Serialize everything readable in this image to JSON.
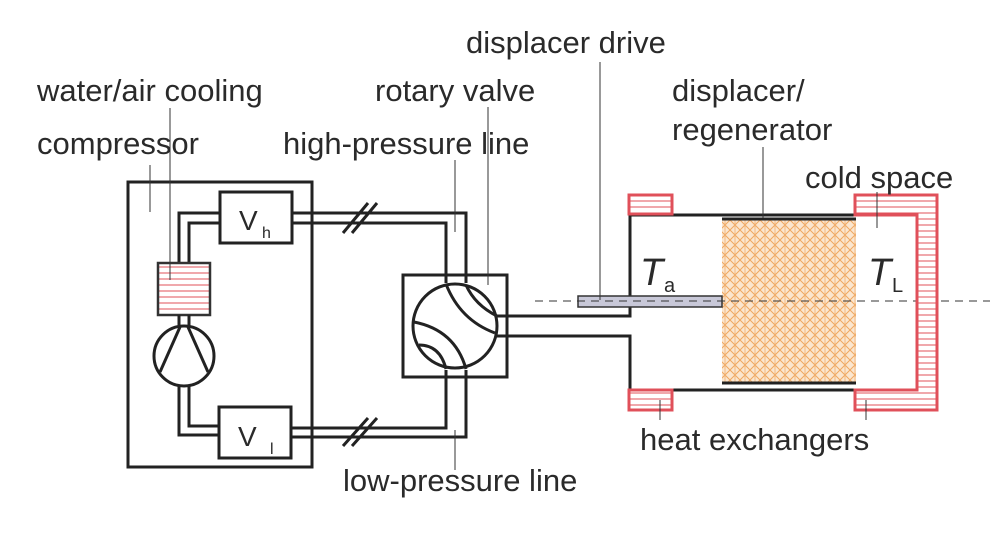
{
  "labels": {
    "displacer_drive": "displacer drive",
    "water_air_cooling": "water/air cooling",
    "rotary_valve": "rotary valve",
    "displacer_regenerator_1": "displacer/",
    "displacer_regenerator_2": "regenerator",
    "compressor": "compressor",
    "high_pressure_line": "high-pressure line",
    "cold_space": "cold space",
    "heat_exchangers": "heat exchangers",
    "low_pressure_line": "low-pressure line"
  },
  "symbols": {
    "vh": {
      "main": "V",
      "sub": "h"
    },
    "vl": {
      "main": "V",
      "sub": "l"
    },
    "ta": {
      "main": "T",
      "sub": "a"
    },
    "tl": {
      "main": "T",
      "sub": "L"
    }
  },
  "colors": {
    "heat_exchanger": "#e0505a",
    "regenerator": "#f0b070",
    "compressor_box": "#eeeef6",
    "displacer_rod": "#c8c8d8"
  }
}
